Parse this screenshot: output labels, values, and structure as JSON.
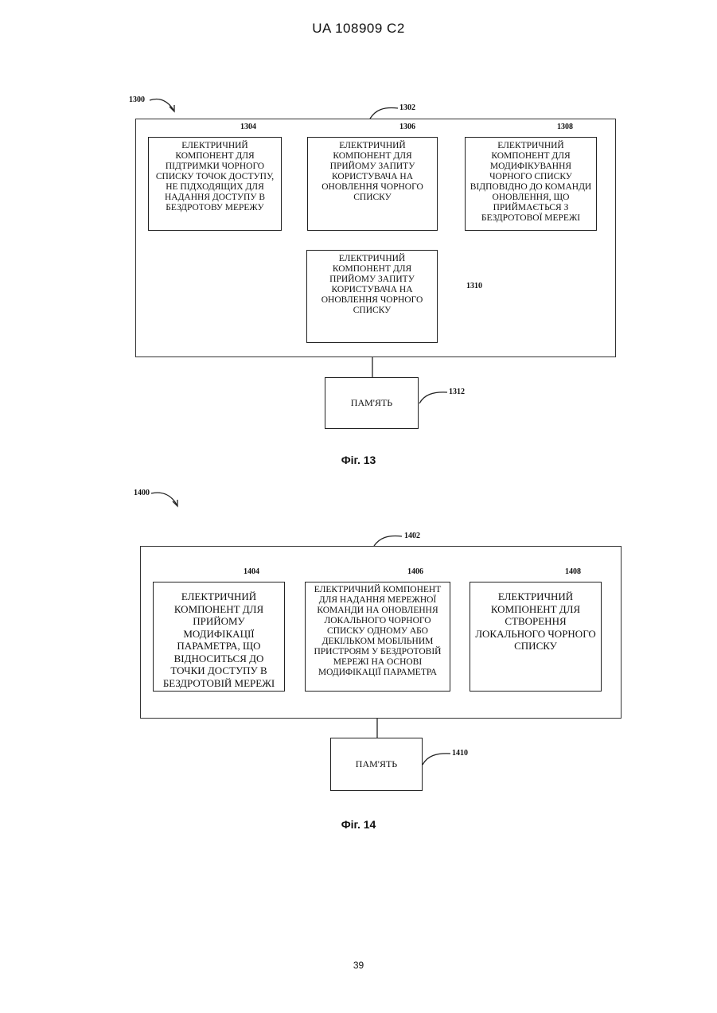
{
  "header": {
    "doc_number": "UA  108909  C2"
  },
  "fig13": {
    "ref": "1300",
    "outer_ref": "1302",
    "blocks": [
      {
        "ref": "1304",
        "text": "ЕЛЕКТРИЧНИЙ\nКОМПОНЕНТ ДЛЯ\nПІДТРИМКИ ЧОРНОГО\nСПИСКУ ТОЧОК ДОСТУПУ,\nНЕ ПІДХОДЯЩИХ ДЛЯ\nНАДАННЯ ДОСТУПУ В\nБЕЗДРОТОВУ МЕРЕЖУ"
      },
      {
        "ref": "1306",
        "text": "ЕЛЕКТРИЧНИЙ\nКОМПОНЕНТ ДЛЯ\nПРИЙОМУ ЗАПИТУ\nКОРИСТУВАЧА НА\nОНОВЛЕННЯ ЧОРНОГО\nСПИСКУ"
      },
      {
        "ref": "1308",
        "text": "ЕЛЕКТРИЧНИЙ\nКОМПОНЕНТ ДЛЯ\nМОДИФІКУВАННЯ\nЧОРНОГО СПИСКУ\nВІДПОВІДНО ДО КОМАНДИ\nОНОВЛЕННЯ, ЩО\nПРИЙМАЄТЬСЯ З\nБЕЗДРОТОВОЇ МЕРЕЖІ"
      },
      {
        "ref": "1310",
        "text": "ЕЛЕКТРИЧНИЙ\nКОМПОНЕНТ ДЛЯ\nПРИЙОМУ ЗАПИТУ\nКОРИСТУВАЧА НА\nОНОВЛЕННЯ ЧОРНОГО\nСПИСКУ"
      }
    ],
    "memory": {
      "ref": "1312",
      "text": "ПАМ'ЯТЬ"
    },
    "caption": "Фіг. 13"
  },
  "fig14": {
    "ref": "1400",
    "outer_ref": "1402",
    "blocks": [
      {
        "ref": "1404",
        "text": "ЕЛЕКТРИЧНИЙ\nКОМПОНЕНТ ДЛЯ\nПРИЙОМУ МОДИФІКАЦІЇ\nПАРАМЕТРА, ЩО\nВІДНОСИТЬСЯ ДО\nТОЧКИ ДОСТУПУ В\nБЕЗДРОТОВІЙ МЕРЕЖІ"
      },
      {
        "ref": "1406",
        "text": "ЕЛЕКТРИЧНИЙ КОМПОНЕНТ\nДЛЯ НАДАННЯ МЕРЕЖНОЇ\nКОМАНДИ НА ОНОВЛЕННЯ\nЛОКАЛЬНОГО ЧОРНОГО\nСПИСКУ ОДНОМУ АБО\nДЕКІЛЬКОМ МОБІЛЬНИМ\nПРИСТРОЯМ У БЕЗДРОТОВІЙ\nМЕРЕЖІ НА ОСНОВІ\nМОДИФІКАЦІЇ ПАРАМЕТРА"
      },
      {
        "ref": "1408",
        "text": "ЕЛЕКТРИЧНИЙ\nКОМПОНЕНТ ДЛЯ\nСТВОРЕННЯ\nЛОКАЛЬНОГО ЧОРНОГО\nСПИСКУ"
      }
    ],
    "memory": {
      "ref": "1410",
      "text": "ПАМ'ЯТЬ"
    },
    "caption": "Фіг. 14"
  },
  "page_number": "39"
}
